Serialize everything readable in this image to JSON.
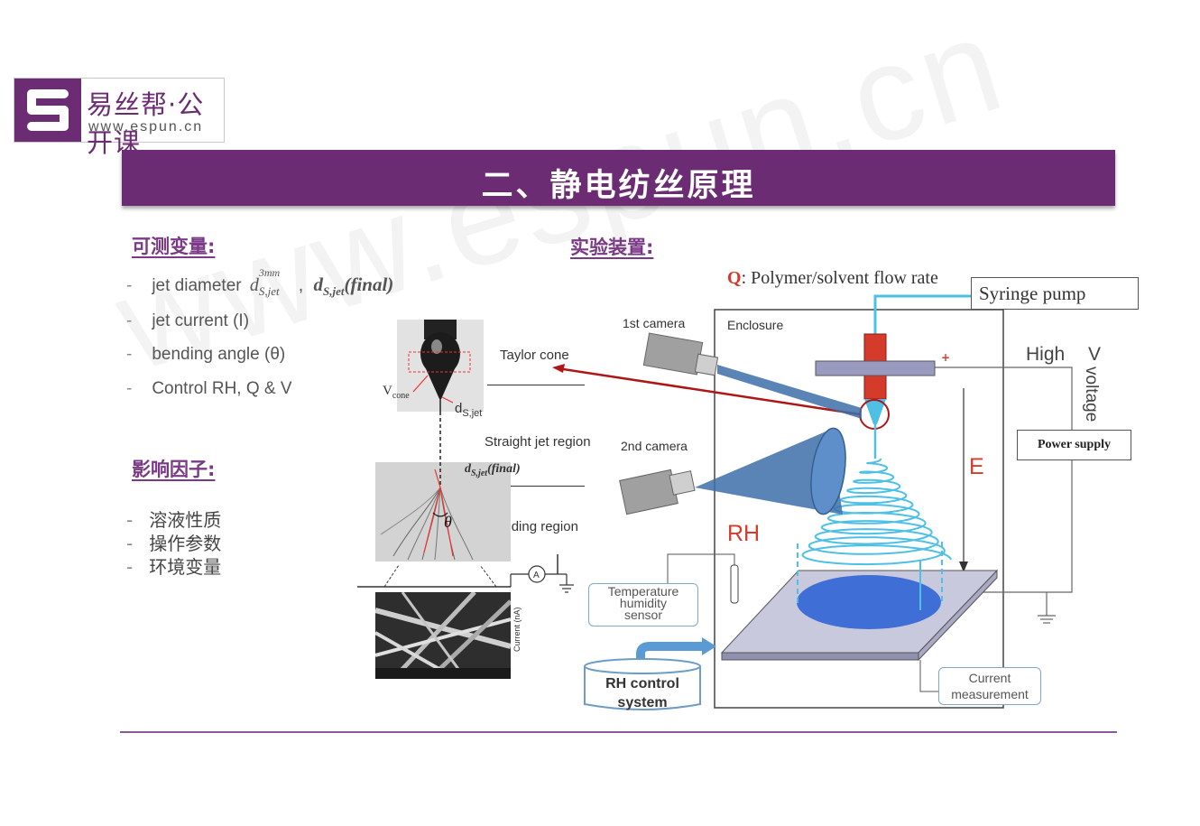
{
  "logo": {
    "cn": "易丝帮·公开课",
    "url": "www.espun.cn"
  },
  "title": "二、静电纺丝原理",
  "measurable": {
    "heading": "可测变量:",
    "items": [
      {
        "text": "jet diameter",
        "formula_a": "d",
        "formula_a_sub": "S,jet",
        "formula_a_sup": "3mm",
        "formula_b": "d",
        "formula_b_sub": "S,jet",
        "formula_b_tail": "(final)"
      },
      {
        "text": "jet current (I)"
      },
      {
        "text": "bending angle (θ)"
      },
      {
        "text": "Control RH, Q & V"
      }
    ]
  },
  "factors": {
    "heading": "影响因子:",
    "items": [
      "溶液性质",
      "操作参数",
      "环境变量"
    ]
  },
  "setup": {
    "heading": "实验装置:",
    "q_letter": "Q",
    "q_text": ": Polymer/solvent flow rate",
    "syringe_pump": "Syringe pump",
    "enclosure": "Enclosure",
    "camera1": "1st camera",
    "camera2": "2nd camera",
    "high": "High",
    "v": "V",
    "voltage": "voltage",
    "power_supply": "Power supply",
    "plus": "+",
    "e_label": "E",
    "rh_label": "RH",
    "temp_sensor": [
      "Temperature",
      "humidity",
      "sensor"
    ],
    "rh_control": [
      "RH control",
      "system"
    ],
    "current_measurement": [
      "Current",
      "measurement"
    ]
  },
  "jet_photo": {
    "taylor_cone": "Taylor cone",
    "v_cone": "V",
    "v_cone_sub": "cone",
    "ds_jet": "d",
    "ds_jet_sub": "S,jet",
    "straight": "Straight jet region",
    "final": "d",
    "final_sub": "S,jet",
    "final_tail": "(final)",
    "theta": "θ",
    "bending": "Bending region",
    "current_axis": "Current (nA)"
  },
  "watermark": "www.espun.cn",
  "colors": {
    "brand": "#6b2c73",
    "accent_red": "#d43b2b",
    "fiber": "#4ec0e6",
    "collector": "#3f6ed6"
  }
}
